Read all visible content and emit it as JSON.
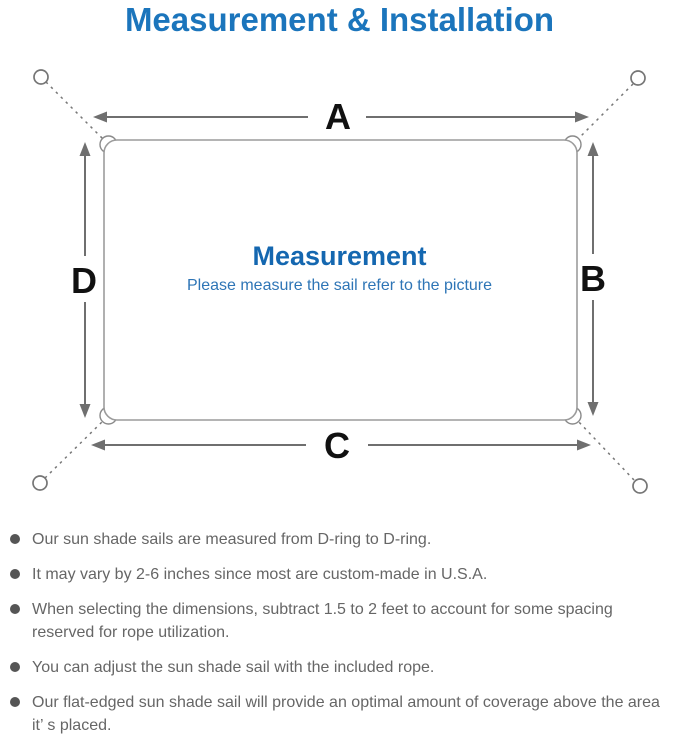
{
  "title": "Measurement & Installation",
  "diagram": {
    "labels": {
      "top": "A",
      "right": "B",
      "bottom": "C",
      "left": "D"
    },
    "center": {
      "heading": "Measurement",
      "subtitle": "Please measure the sail refer to the picture"
    }
  },
  "notes": {
    "items": [
      "Our sun shade sails are measured from D-ring to D-ring.",
      "It may vary by 2-6 inches since most are custom-made in U.S.A.",
      "When selecting the dimensions, subtract 1.5 to 2 feet to account for some spacing reserved for rope utilization.",
      "You can adjust the sun shade sail with the included rope.",
      "Our flat-edged sun shade sail will provide an optimal amount of coverage above the area it’ s placed."
    ]
  },
  "colors": {
    "title_blue": "#1b75bc",
    "center_heading_blue": "#1467b0",
    "subtitle_blue": "#2e75b6",
    "diagram_line_gray": "#6f6f6f",
    "sail_border_gray": "#9c9c9c",
    "note_text_gray": "#666666",
    "bullet_dot_gray": "#555555",
    "label_black": "#111111"
  }
}
